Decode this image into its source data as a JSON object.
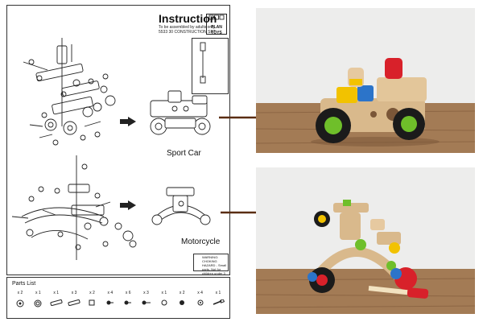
{
  "instructions": {
    "title": "Instruction",
    "subtitle_line1": "To be assembled by adults only",
    "subtitle_line2": "5533  30 CONSTRUCTION SET",
    "logo_text": "PLAN TOYS",
    "models": [
      {
        "label": "Sport Car"
      },
      {
        "label": "Motorcycle"
      }
    ],
    "warning_text": "WARNING: CHOKING HAZARD - Small parts. Not for children under 3 yrs."
  },
  "parts_list": {
    "title": "Parts List",
    "items": [
      {
        "qty": "x 2",
        "icon": "wheel-icon"
      },
      {
        "qty": "x 1",
        "icon": "wheel-icon"
      },
      {
        "qty": "x 1",
        "icon": "beam-icon"
      },
      {
        "qty": "x 3",
        "icon": "beam-icon"
      },
      {
        "qty": "x 2",
        "icon": "nut-icon"
      },
      {
        "qty": "x 4",
        "icon": "bolt-icon"
      },
      {
        "qty": "x 6",
        "icon": "bolt-icon"
      },
      {
        "qty": "x 3",
        "icon": "bolt-icon"
      },
      {
        "qty": "x 1",
        "icon": "washer-icon"
      },
      {
        "qty": "x 2",
        "icon": "washer-icon"
      },
      {
        "qty": "x 4",
        "icon": "nut-icon"
      },
      {
        "qty": "x 1",
        "icon": "screwdriver-icon"
      }
    ]
  },
  "colors": {
    "arrow": "#5a2d12",
    "wood": "#d9b98c",
    "green": "#6fbf2a",
    "red": "#d8212a",
    "yellow": "#f2c200",
    "blue": "#2c74c9",
    "table": "#a37b55",
    "wall": "#ededec"
  }
}
